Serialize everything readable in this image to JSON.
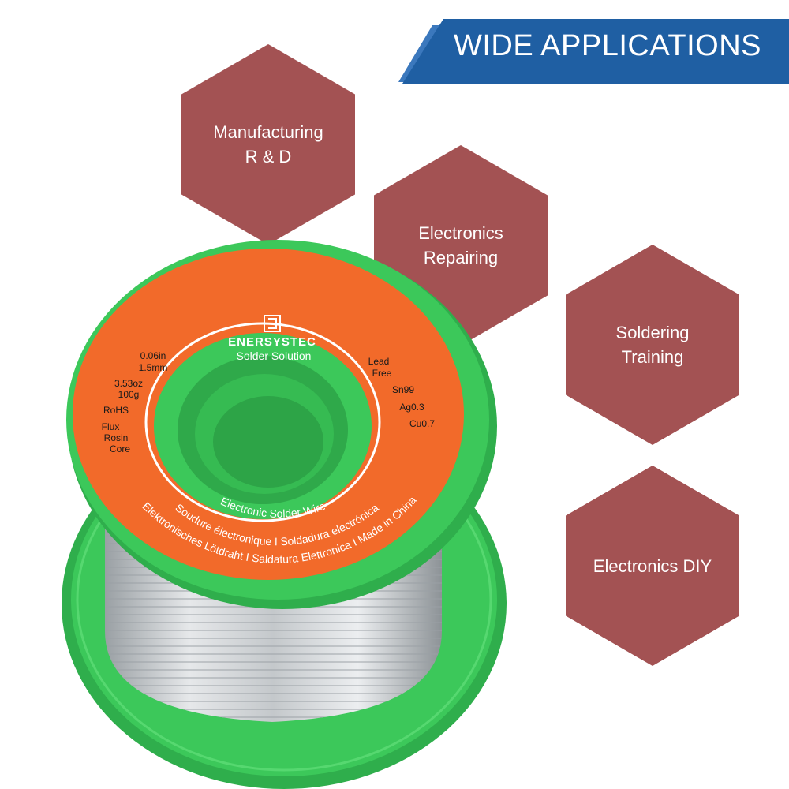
{
  "banner": {
    "title": "WIDE APPLICATIONS",
    "color": "#1f5fa3",
    "accent_color": "#3b78bd"
  },
  "hexagons": {
    "color": "#a35253",
    "items": [
      {
        "label": "Manufacturing\nR & D"
      },
      {
        "label": "Electronics\nRepairing"
      },
      {
        "label": "Soldering\nTraining"
      },
      {
        "label": "Electronics DIY"
      }
    ]
  },
  "spool": {
    "flange_color": "#3cc85a",
    "label_color": "#f26a2a",
    "brand": "ENERSYSTEC",
    "subtitle": "Solder Solution",
    "spec_left": [
      "0.06in",
      "1.5mm",
      "3.53oz",
      "100g",
      "RoHS",
      "Flux",
      "Rosin",
      "Core"
    ],
    "spec_right": [
      "Lead",
      "Free",
      "Sn99",
      "Ag0.3",
      "Cu0.7"
    ],
    "arc_lines": [
      "Electronic Solder Wire",
      "Soudure électronique I Soldadura electrónica",
      "Elektronisches Lötdraht I Saldatura Elettronica I Made in China"
    ]
  }
}
